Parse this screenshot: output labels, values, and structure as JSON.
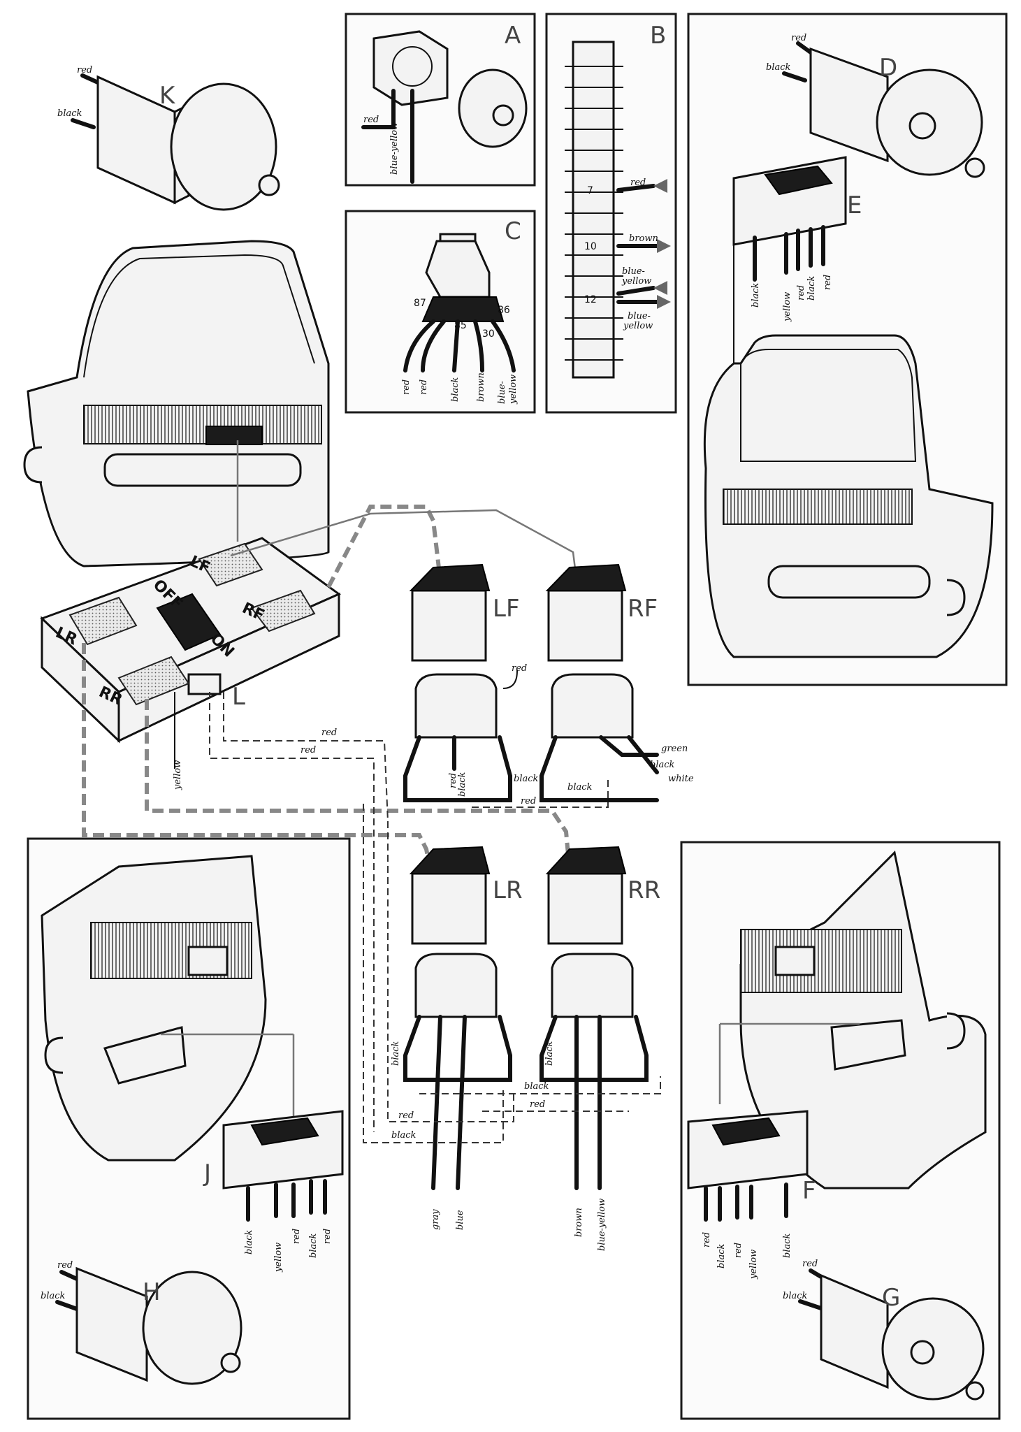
{
  "panels": {
    "A": "A",
    "B": "B",
    "C": "C",
    "D": "D",
    "E": "E",
    "F": "F",
    "G": "G",
    "H": "H",
    "J": "J",
    "K": "K",
    "L": "L"
  },
  "main_switch": {
    "positions": [
      "LF",
      "RF",
      "LR",
      "RR"
    ],
    "off": "OFF",
    "on": "ON"
  },
  "relays": [
    "LF",
    "RF",
    "LR",
    "RR"
  ],
  "relay_c_pins": [
    "87",
    "85",
    "30",
    "86"
  ],
  "fusebox_numbers": [
    "7",
    "10",
    "12"
  ],
  "wire_labels": {
    "red": "red",
    "black": "black",
    "yellow": "yellow",
    "brown": "brown",
    "green": "green",
    "white": "white",
    "blue_yellow": "blue-yellow",
    "blue": "blue",
    "gray": "gray",
    "blue_hyph": "blue-",
    "yellow_part": "yellow"
  }
}
